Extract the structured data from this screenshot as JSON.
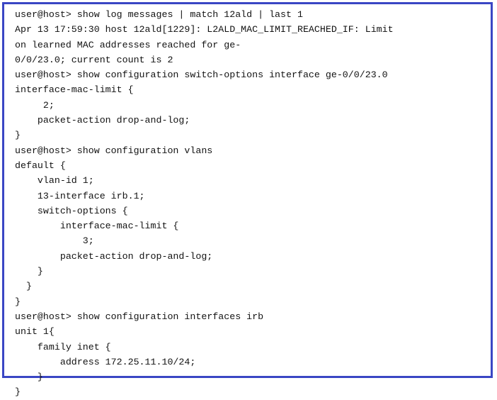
{
  "window": {
    "type": "terminal-session",
    "border_color": "#3a46c4",
    "background_color": "#ffffff",
    "text_color": "#121212",
    "prompt": "user@host>"
  },
  "terminal": {
    "lines": [
      "user@host> show log messages | match 12ald | last 1",
      "Apr 13 17:59:30 host 12ald[1229]: L2ALD_MAC_LIMIT_REACHED_IF: Limit",
      "on learned MAC addresses reached for ge-",
      "0/0/23.0; current count is 2",
      "user@host> show configuration switch-options interface ge-0/0/23.0",
      "interface-mac-limit {",
      "     2;",
      "    packet-action drop-and-log;",
      "}",
      "user@host> show configuration vlans",
      "default {",
      "    vlan-id 1;",
      "    13-interface irb.1;",
      "    switch-options {",
      "        interface-mac-limit {",
      "            3;",
      "        packet-action drop-and-log;",
      "    }",
      "  }",
      "}",
      "user@host> show configuration interfaces irb",
      "unit 1{",
      "    family inet {",
      "        address 172.25.11.10/24;",
      "    }",
      "}"
    ]
  }
}
